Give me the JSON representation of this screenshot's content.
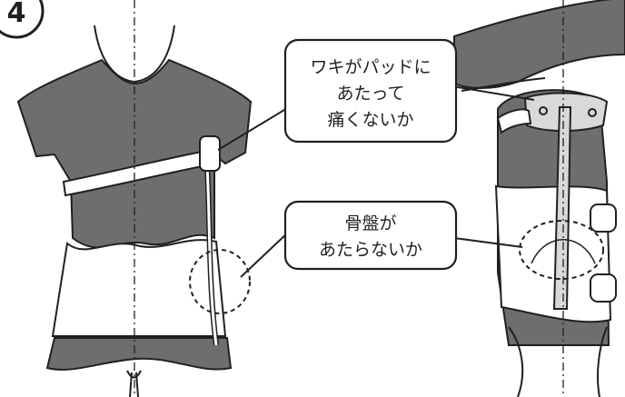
{
  "step": {
    "number": "4"
  },
  "callouts": [
    {
      "id": "armpit",
      "lines": [
        "ワキがパッドに",
        "あたって",
        "痛くないか"
      ]
    },
    {
      "id": "pelvis",
      "lines": [
        "骨盤が",
        "あたらないか"
      ]
    }
  ],
  "colors": {
    "body_fill": "#6f6e6e",
    "outline": "#231f20",
    "brace_fill": "#ffffff",
    "callout_bg": "#ffffff",
    "guide_line": "#231f20"
  }
}
